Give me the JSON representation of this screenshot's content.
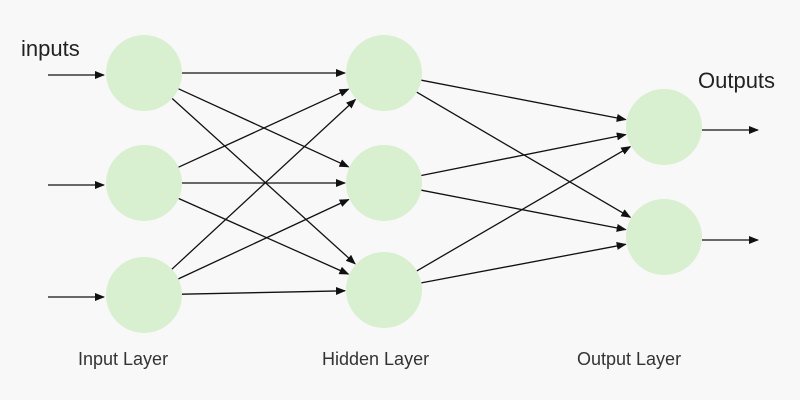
{
  "labels": {
    "inputs": "inputs",
    "outputs": "Outputs",
    "layers": [
      "Input Layer",
      "Hidden Layer",
      "Output Layer"
    ]
  },
  "network": {
    "layer_sizes": [
      3,
      3,
      2
    ],
    "connections": "fully-connected",
    "input_arrows": 3,
    "output_arrows": 2
  },
  "colors": {
    "background": "#f8f8f8",
    "node_fill": "#d8efd0",
    "line": "#111111",
    "text": "#222222"
  }
}
